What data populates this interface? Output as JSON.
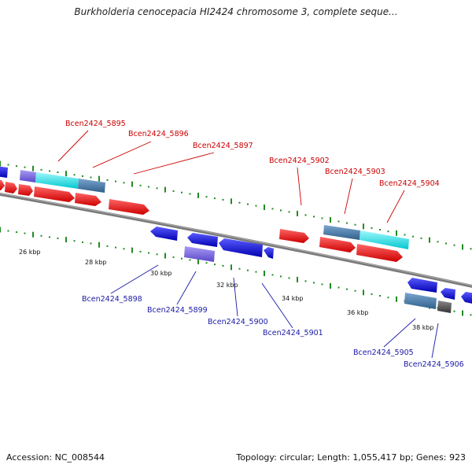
{
  "title": "Burkholderia cenocepacia HI2424 chromosome 3, complete seque...",
  "footer": {
    "accession": "Accession: NC_008544",
    "topology": "Topology: circular; Length: 1,055,417 bp; Genes: 923"
  },
  "scale_labels": [
    "26 kbp",
    "28 kbp",
    "30 kbp",
    "32 kbp",
    "34 kbp",
    "36 kbp",
    "38 kbp"
  ],
  "genes_forward": [
    "Bcen2424_5895",
    "Bcen2424_5896",
    "Bcen2424_5897",
    "Bcen2424_5902",
    "Bcen2424_5903",
    "Bcen2424_5904"
  ],
  "genes_reverse": [
    "Bcen2424_5898",
    "Bcen2424_5899",
    "Bcen2424_5900",
    "Bcen2424_5901",
    "Bcen2424_5905",
    "Bcen2424_5906"
  ],
  "colors": {
    "forward_cds": "#ff0000",
    "reverse_cds": "#0000ff",
    "cog_cyan": "#00e5ee",
    "cog_steel": "#4682b4",
    "cog_purple": "#7b68ee",
    "cog_gray": "#555555",
    "backbone": "#808080",
    "ticks": "#228b22",
    "forward_label": "#cc0000",
    "reverse_label": "#1a1aa6"
  }
}
